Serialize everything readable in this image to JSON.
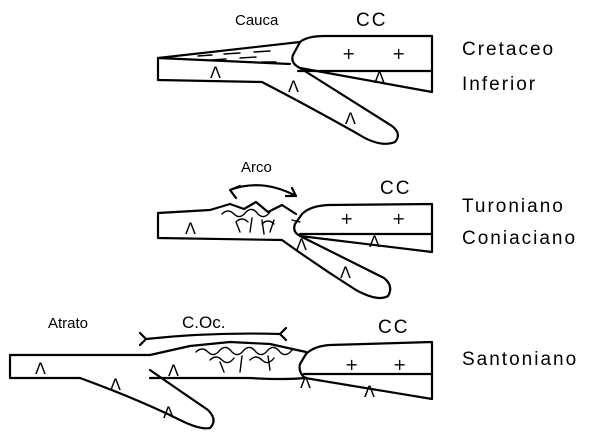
{
  "panels": [
    {
      "labels": {
        "basin": "Cauca",
        "block": "CC"
      },
      "age_lines": [
        "Cretaceo",
        "Inferior"
      ],
      "marks": {
        "plus": "+",
        "caret": "Λ"
      }
    },
    {
      "labels": {
        "arc": "Arco",
        "block": "CC"
      },
      "age_lines": [
        "Turoniano",
        "Coniaciano"
      ],
      "marks": {
        "plus": "+",
        "caret": "Λ"
      }
    },
    {
      "labels": {
        "basin": "Atrato",
        "crust": "C.Oc.",
        "block": "CC"
      },
      "age_lines": [
        "Santoniano"
      ],
      "marks": {
        "plus": "+",
        "caret": "Λ"
      }
    }
  ]
}
